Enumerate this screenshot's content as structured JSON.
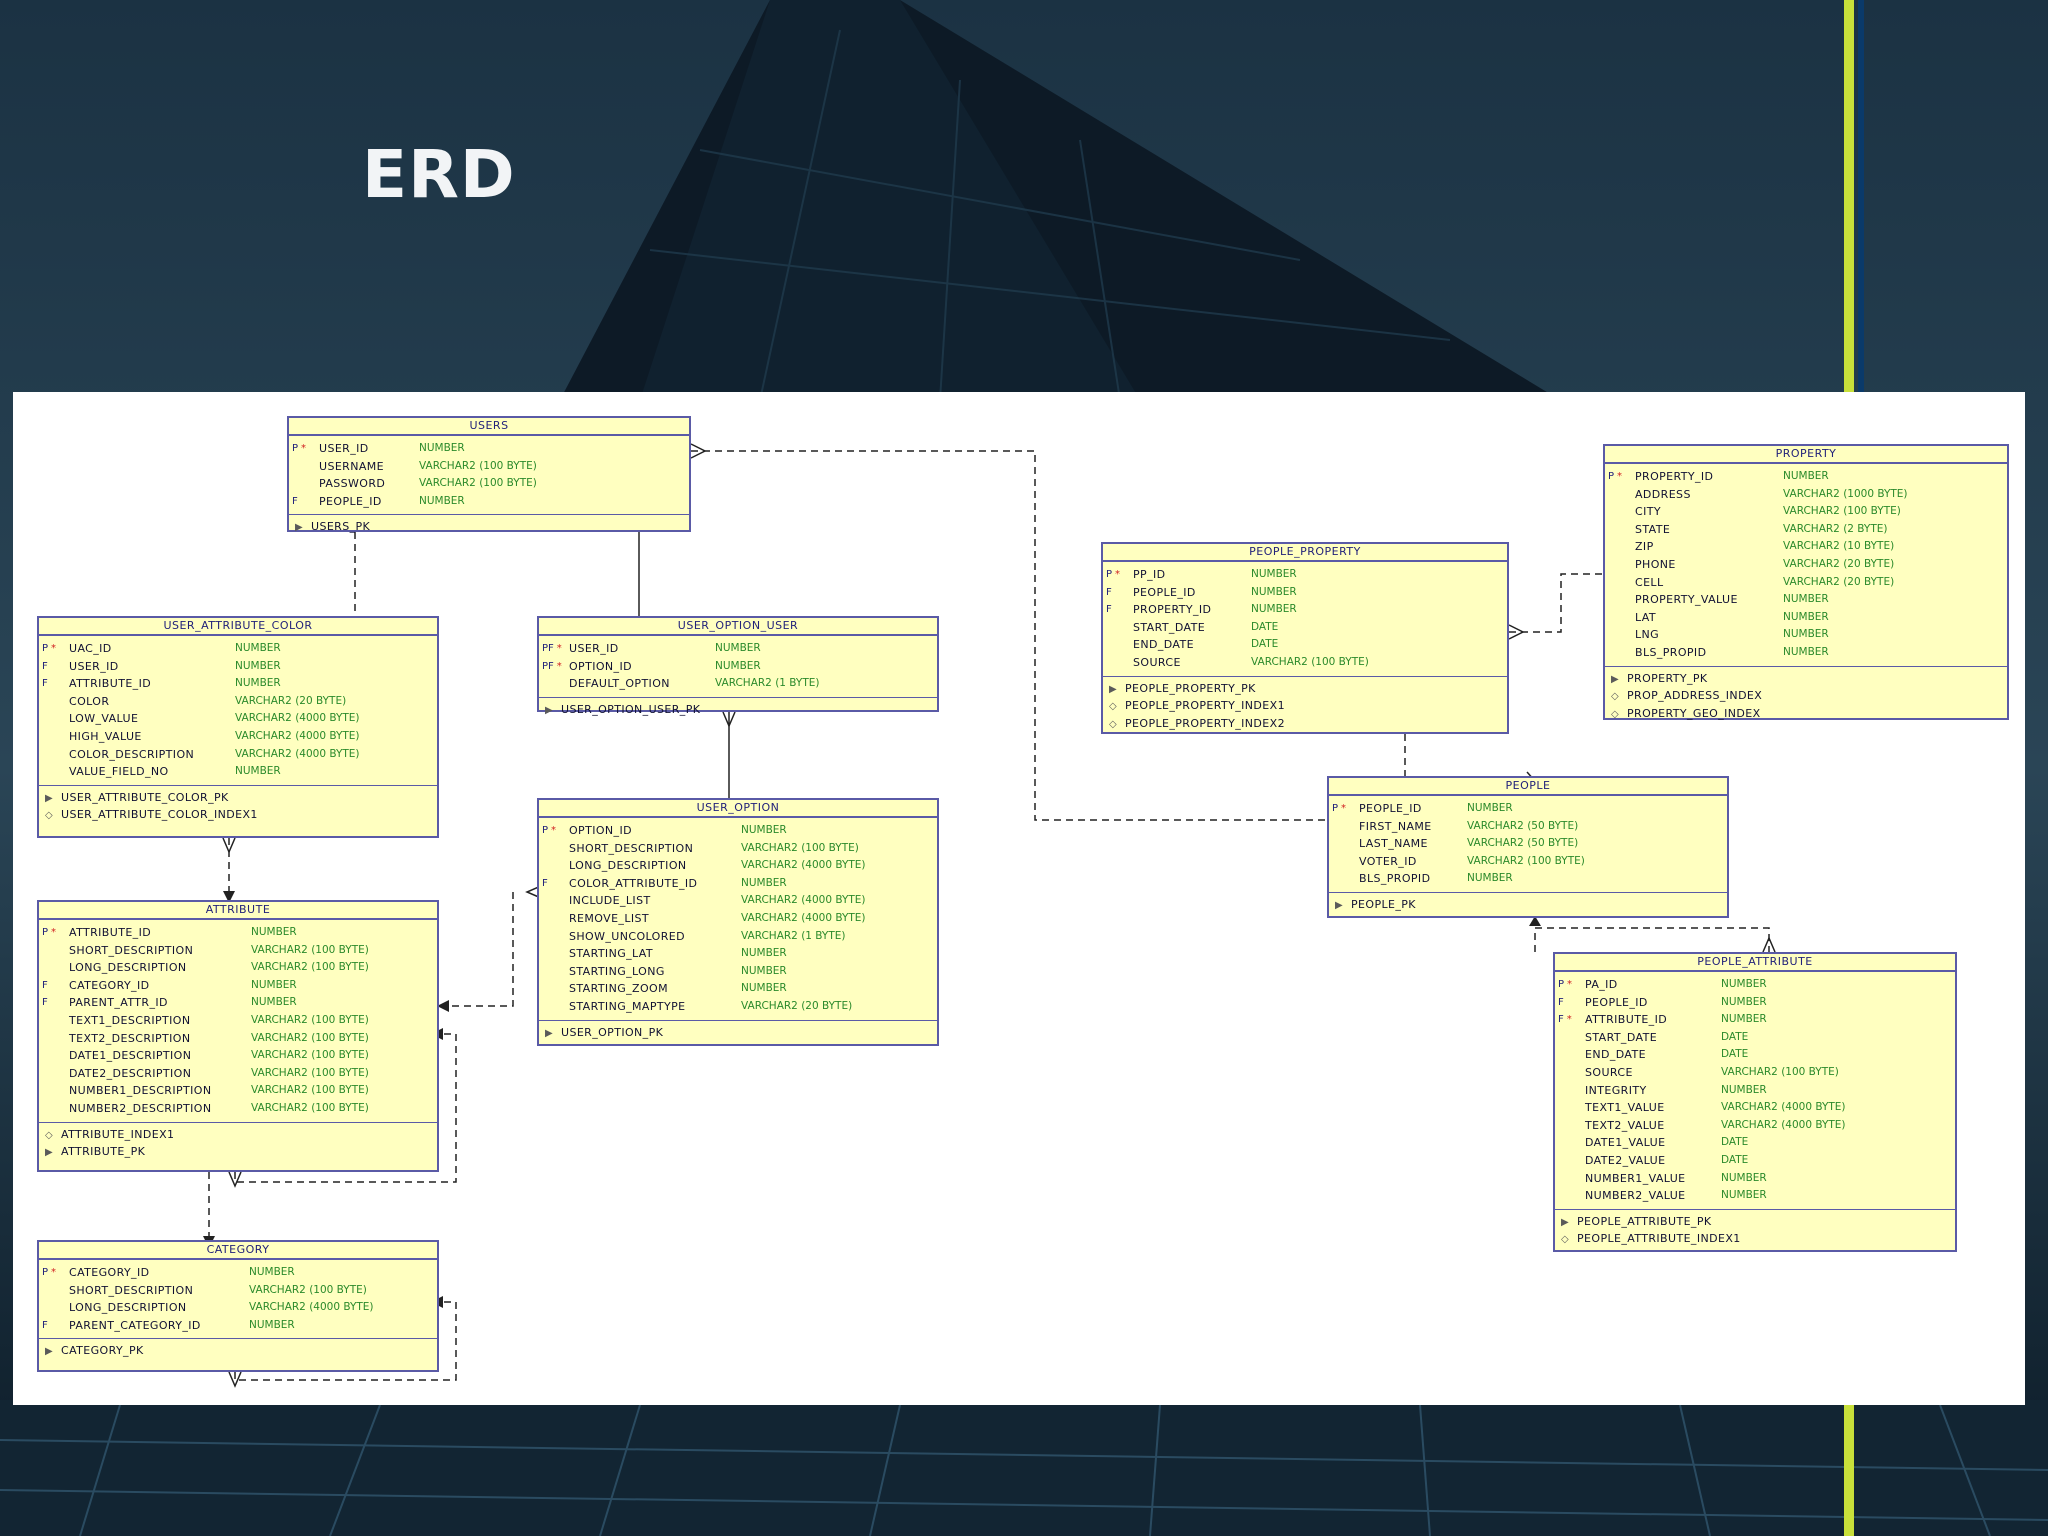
{
  "slide": {
    "title": "ERD"
  },
  "entities": {
    "users": {
      "name": "USERS",
      "columns": [
        {
          "flag": "P",
          "req": true,
          "name": "USER_ID",
          "type": "NUMBER"
        },
        {
          "flag": "",
          "req": false,
          "name": "USERNAME",
          "type": "VARCHAR2 (100 BYTE)"
        },
        {
          "flag": "",
          "req": false,
          "name": "PASSWORD",
          "type": "VARCHAR2 (100 BYTE)"
        },
        {
          "flag": "F",
          "req": false,
          "name": "PEOPLE_ID",
          "type": "NUMBER"
        }
      ],
      "keys": [
        {
          "kind": "pk",
          "name": "USERS_PK"
        }
      ]
    },
    "user_attribute_color": {
      "name": "USER_ATTRIBUTE_COLOR",
      "columns": [
        {
          "flag": "P",
          "req": true,
          "name": "UAC_ID",
          "type": "NUMBER"
        },
        {
          "flag": "F",
          "req": false,
          "name": "USER_ID",
          "type": "NUMBER"
        },
        {
          "flag": "F",
          "req": false,
          "name": "ATTRIBUTE_ID",
          "type": "NUMBER"
        },
        {
          "flag": "",
          "req": false,
          "name": "COLOR",
          "type": "VARCHAR2 (20 BYTE)"
        },
        {
          "flag": "",
          "req": false,
          "name": "LOW_VALUE",
          "type": "VARCHAR2 (4000 BYTE)"
        },
        {
          "flag": "",
          "req": false,
          "name": "HIGH_VALUE",
          "type": "VARCHAR2 (4000 BYTE)"
        },
        {
          "flag": "",
          "req": false,
          "name": "COLOR_DESCRIPTION",
          "type": "VARCHAR2 (4000 BYTE)"
        },
        {
          "flag": "",
          "req": false,
          "name": "VALUE_FIELD_NO",
          "type": "NUMBER"
        }
      ],
      "keys": [
        {
          "kind": "pk",
          "name": "USER_ATTRIBUTE_COLOR_PK"
        },
        {
          "kind": "idx",
          "name": "USER_ATTRIBUTE_COLOR_INDEX1"
        }
      ]
    },
    "user_option_user": {
      "name": "USER_OPTION_USER",
      "columns": [
        {
          "flag": "PF",
          "req": true,
          "name": "USER_ID",
          "type": "NUMBER"
        },
        {
          "flag": "PF",
          "req": true,
          "name": "OPTION_ID",
          "type": "NUMBER"
        },
        {
          "flag": "",
          "req": false,
          "name": "DEFAULT_OPTION",
          "type": "VARCHAR2 (1 BYTE)"
        }
      ],
      "keys": [
        {
          "kind": "pk",
          "name": "USER_OPTION_USER_PK"
        }
      ]
    },
    "user_option": {
      "name": "USER_OPTION",
      "columns": [
        {
          "flag": "P",
          "req": true,
          "name": "OPTION_ID",
          "type": "NUMBER"
        },
        {
          "flag": "",
          "req": false,
          "name": "SHORT_DESCRIPTION",
          "type": "VARCHAR2 (100 BYTE)"
        },
        {
          "flag": "",
          "req": false,
          "name": "LONG_DESCRIPTION",
          "type": "VARCHAR2 (4000 BYTE)"
        },
        {
          "flag": "F",
          "req": false,
          "name": "COLOR_ATTRIBUTE_ID",
          "type": "NUMBER"
        },
        {
          "flag": "",
          "req": false,
          "name": "INCLUDE_LIST",
          "type": "VARCHAR2 (4000 BYTE)"
        },
        {
          "flag": "",
          "req": false,
          "name": "REMOVE_LIST",
          "type": "VARCHAR2 (4000 BYTE)"
        },
        {
          "flag": "",
          "req": false,
          "name": "SHOW_UNCOLORED",
          "type": "VARCHAR2 (1 BYTE)"
        },
        {
          "flag": "",
          "req": false,
          "name": "STARTING_LAT",
          "type": "NUMBER"
        },
        {
          "flag": "",
          "req": false,
          "name": "STARTING_LONG",
          "type": "NUMBER"
        },
        {
          "flag": "",
          "req": false,
          "name": "STARTING_ZOOM",
          "type": "NUMBER"
        },
        {
          "flag": "",
          "req": false,
          "name": "STARTING_MAPTYPE",
          "type": "VARCHAR2 (20 BYTE)"
        }
      ],
      "keys": [
        {
          "kind": "pk",
          "name": "USER_OPTION_PK"
        }
      ]
    },
    "attribute": {
      "name": "ATTRIBUTE",
      "columns": [
        {
          "flag": "P",
          "req": true,
          "name": "ATTRIBUTE_ID",
          "type": "NUMBER"
        },
        {
          "flag": "",
          "req": false,
          "name": "SHORT_DESCRIPTION",
          "type": "VARCHAR2 (100 BYTE)"
        },
        {
          "flag": "",
          "req": false,
          "name": "LONG_DESCRIPTION",
          "type": "VARCHAR2 (100 BYTE)"
        },
        {
          "flag": "F",
          "req": false,
          "name": "CATEGORY_ID",
          "type": "NUMBER"
        },
        {
          "flag": "F",
          "req": false,
          "name": "PARENT_ATTR_ID",
          "type": "NUMBER"
        },
        {
          "flag": "",
          "req": false,
          "name": "TEXT1_DESCRIPTION",
          "type": "VARCHAR2 (100 BYTE)"
        },
        {
          "flag": "",
          "req": false,
          "name": "TEXT2_DESCRIPTION",
          "type": "VARCHAR2 (100 BYTE)"
        },
        {
          "flag": "",
          "req": false,
          "name": "DATE1_DESCRIPTION",
          "type": "VARCHAR2 (100 BYTE)"
        },
        {
          "flag": "",
          "req": false,
          "name": "DATE2_DESCRIPTION",
          "type": "VARCHAR2 (100 BYTE)"
        },
        {
          "flag": "",
          "req": false,
          "name": "NUMBER1_DESCRIPTION",
          "type": "VARCHAR2 (100 BYTE)"
        },
        {
          "flag": "",
          "req": false,
          "name": "NUMBER2_DESCRIPTION",
          "type": "VARCHAR2 (100 BYTE)"
        }
      ],
      "keys": [
        {
          "kind": "idx",
          "name": "ATTRIBUTE_INDEX1"
        },
        {
          "kind": "pk",
          "name": "ATTRIBUTE_PK"
        }
      ]
    },
    "category": {
      "name": "CATEGORY",
      "columns": [
        {
          "flag": "P",
          "req": true,
          "name": "CATEGORY_ID",
          "type": "NUMBER"
        },
        {
          "flag": "",
          "req": false,
          "name": "SHORT_DESCRIPTION",
          "type": "VARCHAR2 (100 BYTE)"
        },
        {
          "flag": "",
          "req": false,
          "name": "LONG_DESCRIPTION",
          "type": "VARCHAR2 (4000 BYTE)"
        },
        {
          "flag": "F",
          "req": false,
          "name": "PARENT_CATEGORY_ID",
          "type": "NUMBER"
        }
      ],
      "keys": [
        {
          "kind": "pk",
          "name": "CATEGORY_PK"
        }
      ]
    },
    "people_property": {
      "name": "PEOPLE_PROPERTY",
      "columns": [
        {
          "flag": "P",
          "req": true,
          "name": "PP_ID",
          "type": "NUMBER"
        },
        {
          "flag": "F",
          "req": false,
          "name": "PEOPLE_ID",
          "type": "NUMBER"
        },
        {
          "flag": "F",
          "req": false,
          "name": "PROPERTY_ID",
          "type": "NUMBER"
        },
        {
          "flag": "",
          "req": false,
          "name": "START_DATE",
          "type": "DATE"
        },
        {
          "flag": "",
          "req": false,
          "name": "END_DATE",
          "type": "DATE"
        },
        {
          "flag": "",
          "req": false,
          "name": "SOURCE",
          "type": "VARCHAR2 (100 BYTE)"
        }
      ],
      "keys": [
        {
          "kind": "pk",
          "name": "PEOPLE_PROPERTY_PK"
        },
        {
          "kind": "idx",
          "name": "PEOPLE_PROPERTY_INDEX1"
        },
        {
          "kind": "idx",
          "name": "PEOPLE_PROPERTY_INDEX2"
        }
      ]
    },
    "property": {
      "name": "PROPERTY",
      "columns": [
        {
          "flag": "P",
          "req": true,
          "name": "PROPERTY_ID",
          "type": "NUMBER"
        },
        {
          "flag": "",
          "req": false,
          "name": "ADDRESS",
          "type": "VARCHAR2 (1000 BYTE)"
        },
        {
          "flag": "",
          "req": false,
          "name": "CITY",
          "type": "VARCHAR2 (100 BYTE)"
        },
        {
          "flag": "",
          "req": false,
          "name": "STATE",
          "type": "VARCHAR2 (2 BYTE)"
        },
        {
          "flag": "",
          "req": false,
          "name": "ZIP",
          "type": "VARCHAR2 (10 BYTE)"
        },
        {
          "flag": "",
          "req": false,
          "name": "PHONE",
          "type": "VARCHAR2 (20 BYTE)"
        },
        {
          "flag": "",
          "req": false,
          "name": "CELL",
          "type": "VARCHAR2 (20 BYTE)"
        },
        {
          "flag": "",
          "req": false,
          "name": "PROPERTY_VALUE",
          "type": "NUMBER"
        },
        {
          "flag": "",
          "req": false,
          "name": "LAT",
          "type": "NUMBER"
        },
        {
          "flag": "",
          "req": false,
          "name": "LNG",
          "type": "NUMBER"
        },
        {
          "flag": "",
          "req": false,
          "name": "BLS_PROPID",
          "type": "NUMBER"
        }
      ],
      "keys": [
        {
          "kind": "pk",
          "name": "PROPERTY_PK"
        },
        {
          "kind": "idx",
          "name": "PROP_ADDRESS_INDEX"
        },
        {
          "kind": "idx",
          "name": "PROPERTY_GEO_INDEX"
        }
      ]
    },
    "people": {
      "name": "PEOPLE",
      "columns": [
        {
          "flag": "P",
          "req": true,
          "name": "PEOPLE_ID",
          "type": "NUMBER"
        },
        {
          "flag": "",
          "req": false,
          "name": "FIRST_NAME",
          "type": "VARCHAR2 (50 BYTE)"
        },
        {
          "flag": "",
          "req": false,
          "name": "LAST_NAME",
          "type": "VARCHAR2 (50 BYTE)"
        },
        {
          "flag": "",
          "req": false,
          "name": "VOTER_ID",
          "type": "VARCHAR2 (100 BYTE)"
        },
        {
          "flag": "",
          "req": false,
          "name": "BLS_PROPID",
          "type": "NUMBER"
        }
      ],
      "keys": [
        {
          "kind": "pk",
          "name": "PEOPLE_PK"
        }
      ]
    },
    "people_attribute": {
      "name": "PEOPLE_ATTRIBUTE",
      "columns": [
        {
          "flag": "P",
          "req": true,
          "name": "PA_ID",
          "type": "NUMBER"
        },
        {
          "flag": "F",
          "req": false,
          "name": "PEOPLE_ID",
          "type": "NUMBER"
        },
        {
          "flag": "F",
          "req": true,
          "name": "ATTRIBUTE_ID",
          "type": "NUMBER"
        },
        {
          "flag": "",
          "req": false,
          "name": "START_DATE",
          "type": "DATE"
        },
        {
          "flag": "",
          "req": false,
          "name": "END_DATE",
          "type": "DATE"
        },
        {
          "flag": "",
          "req": false,
          "name": "SOURCE",
          "type": "VARCHAR2 (100 BYTE)"
        },
        {
          "flag": "",
          "req": false,
          "name": "INTEGRITY",
          "type": "NUMBER"
        },
        {
          "flag": "",
          "req": false,
          "name": "TEXT1_VALUE",
          "type": "VARCHAR2 (4000 BYTE)"
        },
        {
          "flag": "",
          "req": false,
          "name": "TEXT2_VALUE",
          "type": "VARCHAR2 (4000 BYTE)"
        },
        {
          "flag": "",
          "req": false,
          "name": "DATE1_VALUE",
          "type": "DATE"
        },
        {
          "flag": "",
          "req": false,
          "name": "DATE2_VALUE",
          "type": "DATE"
        },
        {
          "flag": "",
          "req": false,
          "name": "NUMBER1_VALUE",
          "type": "NUMBER"
        },
        {
          "flag": "",
          "req": false,
          "name": "NUMBER2_VALUE",
          "type": "NUMBER"
        }
      ],
      "keys": [
        {
          "kind": "pk",
          "name": "PEOPLE_ATTRIBUTE_PK"
        },
        {
          "kind": "idx",
          "name": "PEOPLE_ATTRIBUTE_INDEX1"
        }
      ]
    }
  },
  "colors": {
    "entity_fill": "#ffffc0",
    "entity_border": "#5a5aa6",
    "type_text": "#2b8a2b",
    "accent_bar": "#c8e03a"
  }
}
